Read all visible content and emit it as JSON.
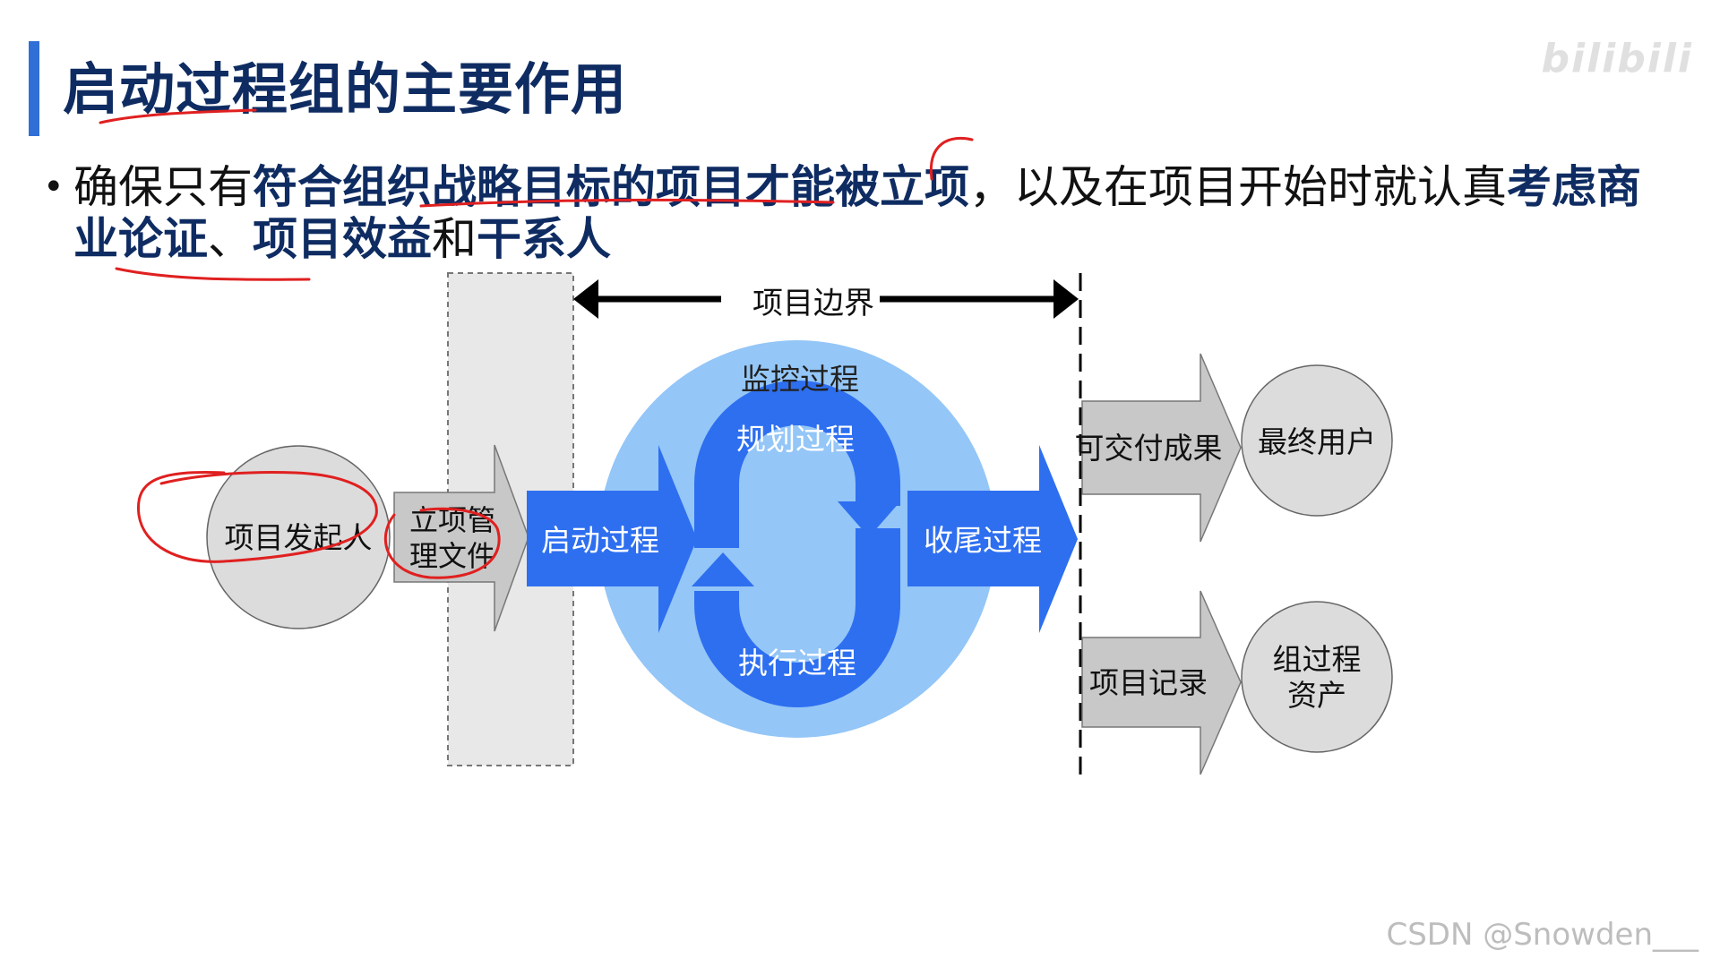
{
  "slide": {
    "title": "启动过程组的主要作用",
    "bullet": {
      "part1": "确保只有",
      "bold1": "符合组织战略目标的项目才能被立项",
      "part2": "，以及在项目开始时就认真",
      "bold2": "考虑商业论证",
      "sep1": "、",
      "bold3": "项目效益",
      "part3": "和",
      "bold4": "干系人"
    }
  },
  "diagram": {
    "boundary_label": "项目边界",
    "sponsor": "项目发起人",
    "charter": [
      "立项管",
      "理文件"
    ],
    "initiating": "启动过程",
    "monitoring": "监控过程",
    "planning": "规划过程",
    "executing": "执行过程",
    "closing": "收尾过程",
    "deliverables": "可交付成果",
    "end_user": "最终用户",
    "records": "项目记录",
    "org_assets": [
      "组过程",
      "资产"
    ]
  },
  "watermarks": {
    "top_right": "bilibili",
    "bottom_right": "CSDN @Snowden___"
  },
  "colors": {
    "title": "#0f2c62",
    "accent_bar": "#2f6fd6",
    "blue_arrow": "#2e6ff0",
    "light_blue_circle": "#94c6f7",
    "gray_arrow": "#c8c8c8",
    "gray_circle": "#dcdcdc",
    "annotation_red": "#e02020"
  }
}
